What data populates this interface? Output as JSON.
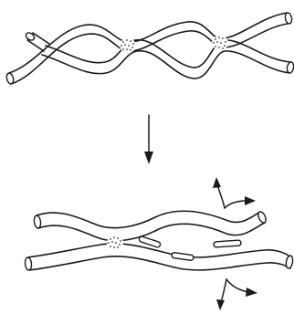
{
  "figure": {
    "top_panel": {
      "fibers": [
        "fiber-a",
        "fiber-b"
      ],
      "crosslink_sites": 2
    },
    "transition_arrow": "down-arrow-icon",
    "bottom_panel": {
      "fibers": [
        "fiber-a",
        "fiber-b"
      ],
      "crosslink_sites": 1,
      "released_fragments": 3,
      "curved_arrows": 2
    },
    "colors": {
      "line": "#1a1a1a",
      "background": "#ffffff",
      "stipple": "#333333"
    }
  }
}
